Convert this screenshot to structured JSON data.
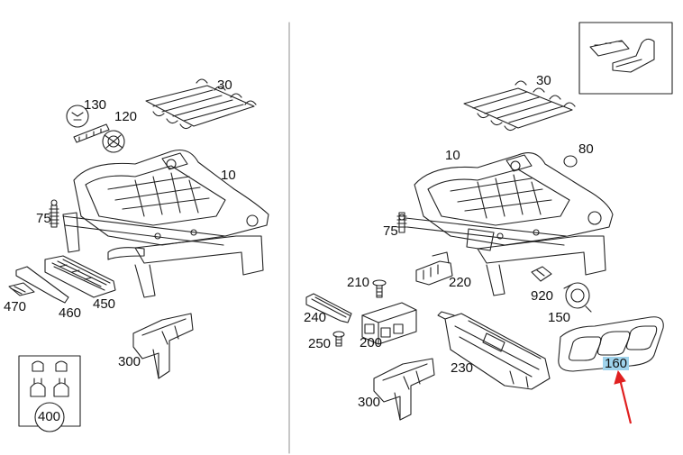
{
  "diagram": {
    "left_panel": {
      "labels": {
        "p130": "130",
        "p120": "120",
        "p30": "30",
        "p10": "10",
        "p75": "75",
        "p470": "470",
        "p460": "460",
        "p450": "450",
        "p300": "300",
        "p400": "400"
      }
    },
    "right_panel": {
      "labels": {
        "p30": "30",
        "p10": "10",
        "p80": "80",
        "p75": "75",
        "p210": "210",
        "p220": "220",
        "p920": "920",
        "p240": "240",
        "p150": "150",
        "p250": "250",
        "p200": "200",
        "p230": "230",
        "p160": "160",
        "p300": "300"
      },
      "highlighted_part": "160"
    },
    "colors": {
      "line": "#222222",
      "divider": "#999999",
      "highlight": "#9fd3ec",
      "arrow": "#e02020"
    }
  }
}
